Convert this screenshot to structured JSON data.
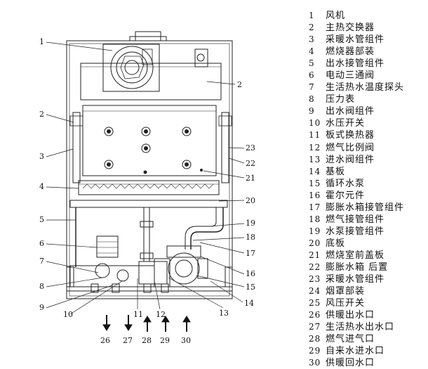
{
  "diagram": {
    "callouts": [
      "1",
      "2",
      "2",
      "3",
      "4",
      "5",
      "6",
      "7",
      "8",
      "9",
      "10",
      "11",
      "12",
      "13",
      "14",
      "15",
      "16",
      "17",
      "18",
      "19",
      "20",
      "21",
      "22",
      "23",
      "26",
      "27",
      "28",
      "29",
      "30"
    ],
    "flow_labels": [
      "26",
      "27",
      "28",
      "29",
      "30"
    ]
  },
  "legend": {
    "items": [
      {
        "num": "1",
        "label": "风机"
      },
      {
        "num": "2",
        "label": "主热交换器"
      },
      {
        "num": "3",
        "label": "采暖水管组件"
      },
      {
        "num": "4",
        "label": "燃烧器部装"
      },
      {
        "num": "5",
        "label": "出水接管组件"
      },
      {
        "num": "6",
        "label": "电动三通阀"
      },
      {
        "num": "7",
        "label": "生活热水温度探头"
      },
      {
        "num": "8",
        "label": "压力表"
      },
      {
        "num": "9",
        "label": "出水阀组件"
      },
      {
        "num": "10",
        "label": "水压开关"
      },
      {
        "num": "11",
        "label": "板式换热器"
      },
      {
        "num": "12",
        "label": "燃气比例阀"
      },
      {
        "num": "13",
        "label": "进水阀组件"
      },
      {
        "num": "14",
        "label": "基板"
      },
      {
        "num": "15",
        "label": "循环水泵"
      },
      {
        "num": "16",
        "label": "霍尔元件"
      },
      {
        "num": "17",
        "label": "膨胀水箱接管组件"
      },
      {
        "num": "18",
        "label": "燃气接管组件"
      },
      {
        "num": "19",
        "label": "水泵接管组件"
      },
      {
        "num": "20",
        "label": "底板"
      },
      {
        "num": "21",
        "label": "燃烧室前盖板"
      },
      {
        "num": "22",
        "label": "膨胀水箱      后置"
      },
      {
        "num": "23",
        "label": "采暖水管组件"
      },
      {
        "num": "24",
        "label": "烟罩部装"
      },
      {
        "num": "25",
        "label": "风压开关"
      },
      {
        "num": "26",
        "label": "供暖出水口"
      },
      {
        "num": "27",
        "label": "生活热水出水口"
      },
      {
        "num": "28",
        "label": "燃气进气口"
      },
      {
        "num": "29",
        "label": "自来水进水口"
      },
      {
        "num": "30",
        "label": "供暖回水口"
      }
    ]
  }
}
